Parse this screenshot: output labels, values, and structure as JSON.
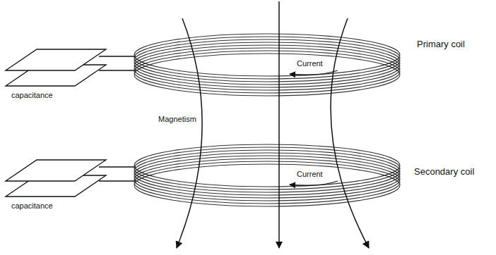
{
  "diagram": {
    "labels": [
      "Current",
      "Primary coil",
      "capacitance",
      "Magnetism",
      "Current",
      "Secondary coil",
      "capacitance"
    ]
  }
}
